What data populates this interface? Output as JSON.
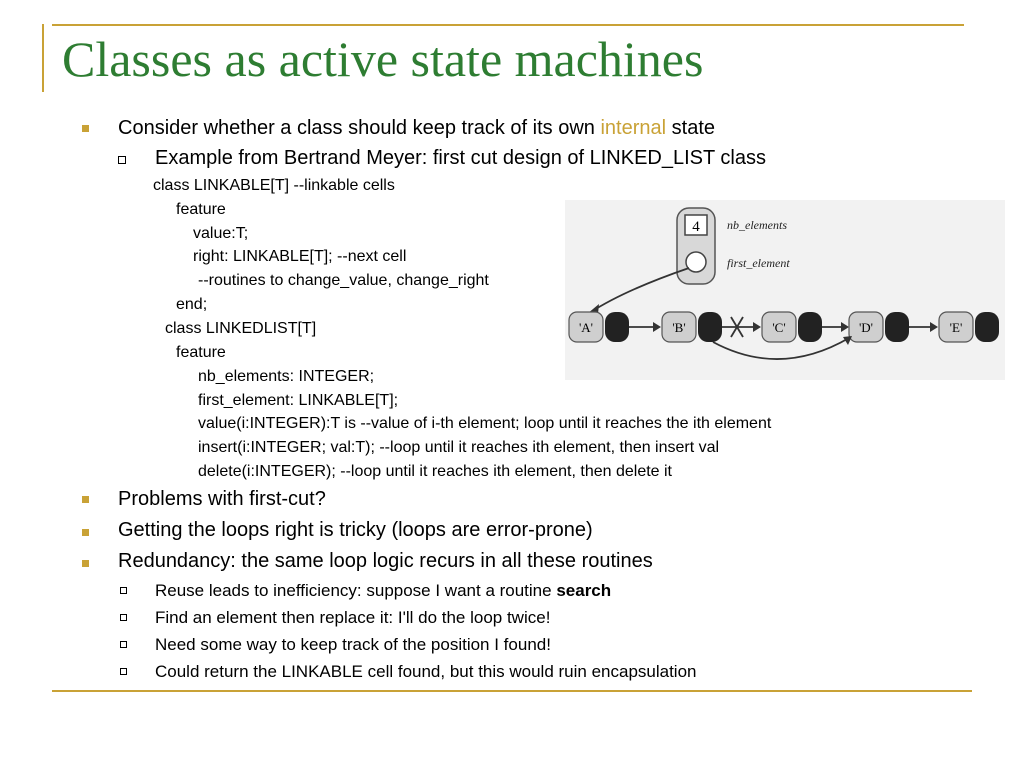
{
  "slide": {
    "title": "Classes as active state machines",
    "bullet1": {
      "pre": "Consider whether a class should keep track of its own ",
      "highlight": "internal",
      "post": " state",
      "sub": "Example from Bertrand Meyer: first cut design of LINKED_LIST class",
      "code": [
        "class LINKABLE[T] --linkable cells",
        "feature",
        "value:T;",
        "right: LINKABLE[T];  --next cell",
        "--routines to change_value, change_right",
        "end;",
        "class LINKEDLIST[T]",
        "feature",
        "nb_elements: INTEGER;",
        "first_element: LINKABLE[T];",
        "value(i:INTEGER):T is  --value of i-th element; loop until it reaches the ith element",
        "insert(i:INTEGER; val:T);  --loop until it reaches ith element, then insert val",
        "delete(i:INTEGER);           --loop until it reaches ith element, then delete it"
      ]
    },
    "bullet2": "Problems with first-cut?",
    "bullet3": "Getting the loops right is tricky (loops are error-prone)",
    "bullet4": "Redundancy: the same loop logic recurs in all these routines",
    "sub4": [
      {
        "pre": "Reuse leads to inefficiency: suppose I want a routine ",
        "bold": "search"
      },
      {
        "pre": "Find an element then replace it: I'll do the loop twice!"
      },
      {
        "pre": "Need some way to keep track of the position I found!"
      },
      {
        "pre": "Could return the LINKABLE cell found, but this would ruin encapsulation"
      }
    ]
  },
  "diagram": {
    "count_value": "4",
    "nb_label": "nb_elements",
    "first_label": "first_element",
    "nodes": [
      "'A'",
      "'B'",
      "'C'",
      "'D'",
      "'E'"
    ]
  },
  "colors": {
    "title": "#2e7d32",
    "accent": "#c9a236"
  }
}
